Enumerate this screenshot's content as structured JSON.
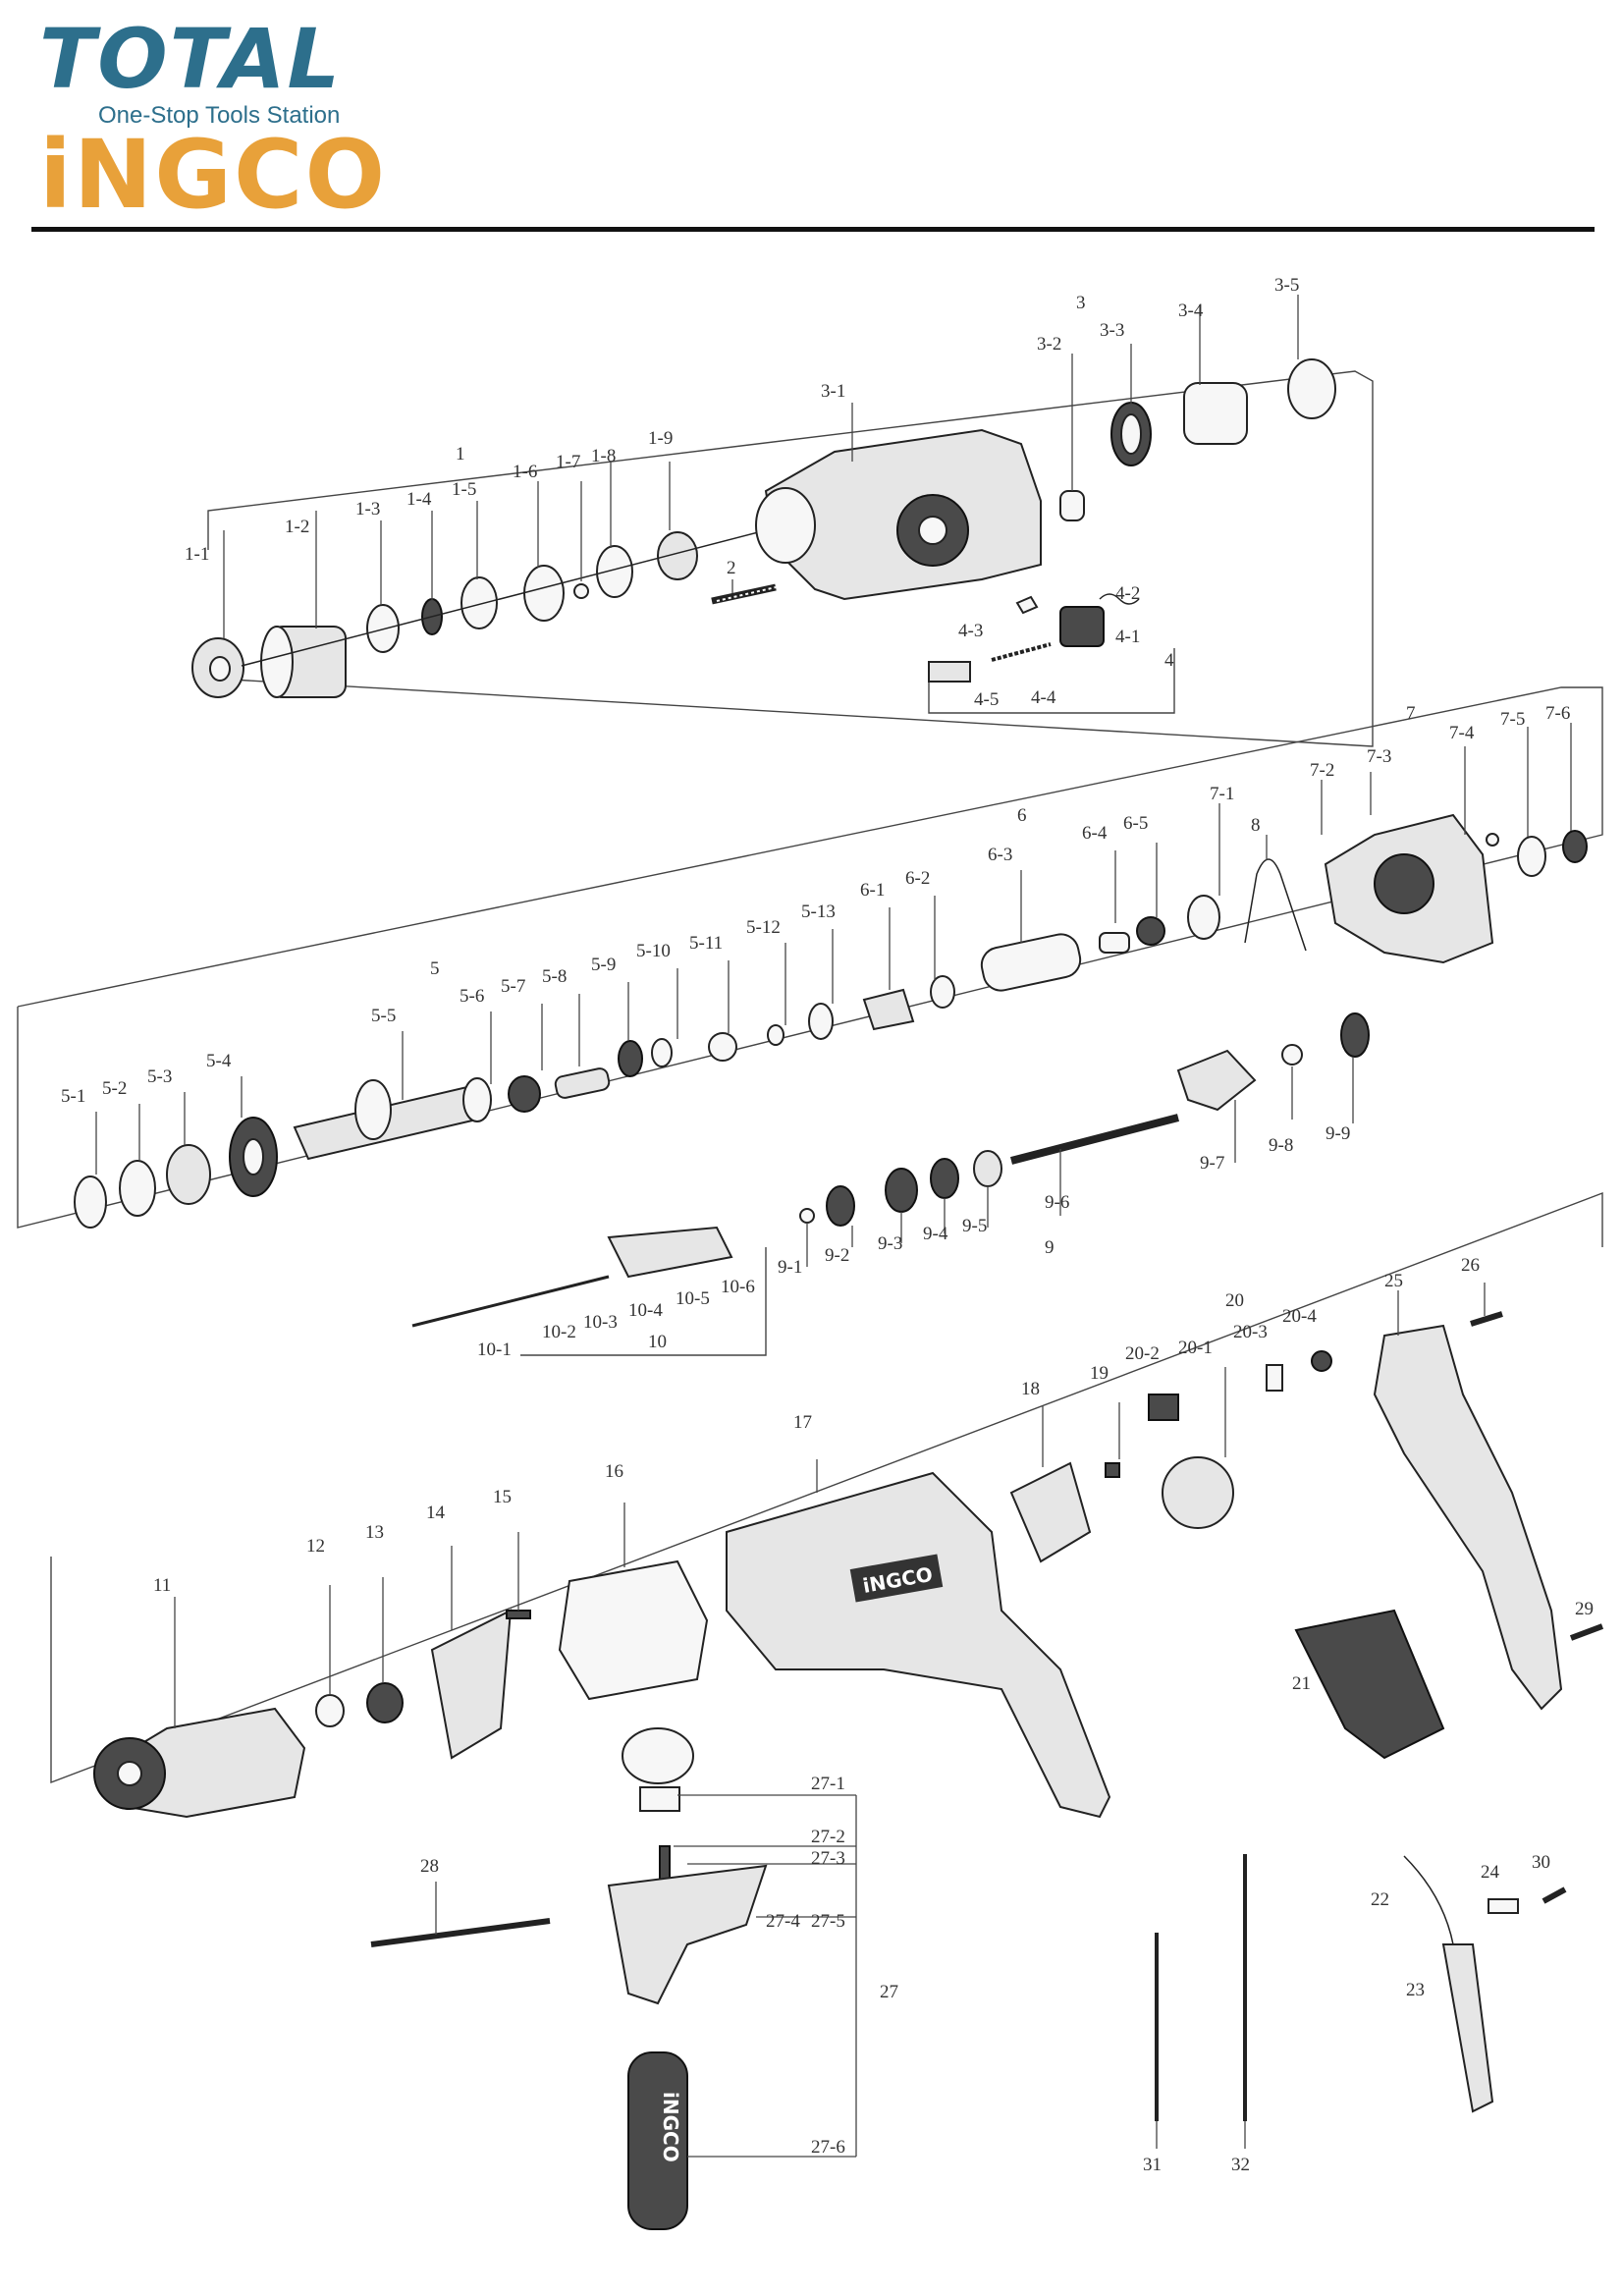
{
  "header": {
    "brand_total": "TOTAL",
    "tagline": "One-Stop Tools Station",
    "brand_ingco": "iNGCO"
  },
  "parts": {
    "p1": "1",
    "p1_1": "1-1",
    "p1_2": "1-2",
    "p1_3": "1-3",
    "p1_4": "1-4",
    "p1_5": "1-5",
    "p1_6": "1-6",
    "p1_7": "1-7",
    "p1_8": "1-8",
    "p1_9": "1-9",
    "p2": "2",
    "p3": "3",
    "p3_1": "3-1",
    "p3_2": "3-2",
    "p3_3": "3-3",
    "p3_4": "3-4",
    "p3_5": "3-5",
    "p4": "4",
    "p4_1": "4-1",
    "p4_2": "4-2",
    "p4_3": "4-3",
    "p4_4": "4-4",
    "p4_5": "4-5",
    "p5": "5",
    "p5_1": "5-1",
    "p5_2": "5-2",
    "p5_3": "5-3",
    "p5_4": "5-4",
    "p5_5": "5-5",
    "p5_6": "5-6",
    "p5_7": "5-7",
    "p5_8": "5-8",
    "p5_9": "5-9",
    "p5_10": "5-10",
    "p5_11": "5-11",
    "p5_12": "5-12",
    "p5_13": "5-13",
    "p6": "6",
    "p6_1": "6-1",
    "p6_2": "6-2",
    "p6_3": "6-3",
    "p6_4": "6-4",
    "p6_5": "6-5",
    "p7": "7",
    "p7_1": "7-1",
    "p7_2": "7-2",
    "p7_3": "7-3",
    "p7_4": "7-4",
    "p7_5": "7-5",
    "p7_6": "7-6",
    "p8": "8",
    "p9": "9",
    "p9_1": "9-1",
    "p9_2": "9-2",
    "p9_3": "9-3",
    "p9_4": "9-4",
    "p9_5": "9-5",
    "p9_6": "9-6",
    "p9_7": "9-7",
    "p9_8": "9-8",
    "p9_9": "9-9",
    "p10": "10",
    "p10_1": "10-1",
    "p10_2": "10-2",
    "p10_3": "10-3",
    "p10_4": "10-4",
    "p10_5": "10-5",
    "p10_6": "10-6",
    "p11": "11",
    "p12": "12",
    "p13": "13",
    "p14": "14",
    "p15": "15",
    "p16": "16",
    "p17": "17",
    "p18": "18",
    "p19": "19",
    "p20": "20",
    "p20_1": "20-1",
    "p20_2": "20-2",
    "p20_3": "20-3",
    "p20_4": "20-4",
    "p21": "21",
    "p22": "22",
    "p23": "23",
    "p24": "24",
    "p25": "25",
    "p26": "26",
    "p27": "27",
    "p27_1": "27-1",
    "p27_2": "27-2",
    "p27_3": "27-3",
    "p27_4": "27-4",
    "p27_5": "27-5",
    "p27_6": "27-6",
    "p28": "28",
    "p29": "29",
    "p30": "30",
    "p31": "31",
    "p32": "32"
  },
  "housing_brand": "iNGCO",
  "handle_brand": "iNGCO"
}
